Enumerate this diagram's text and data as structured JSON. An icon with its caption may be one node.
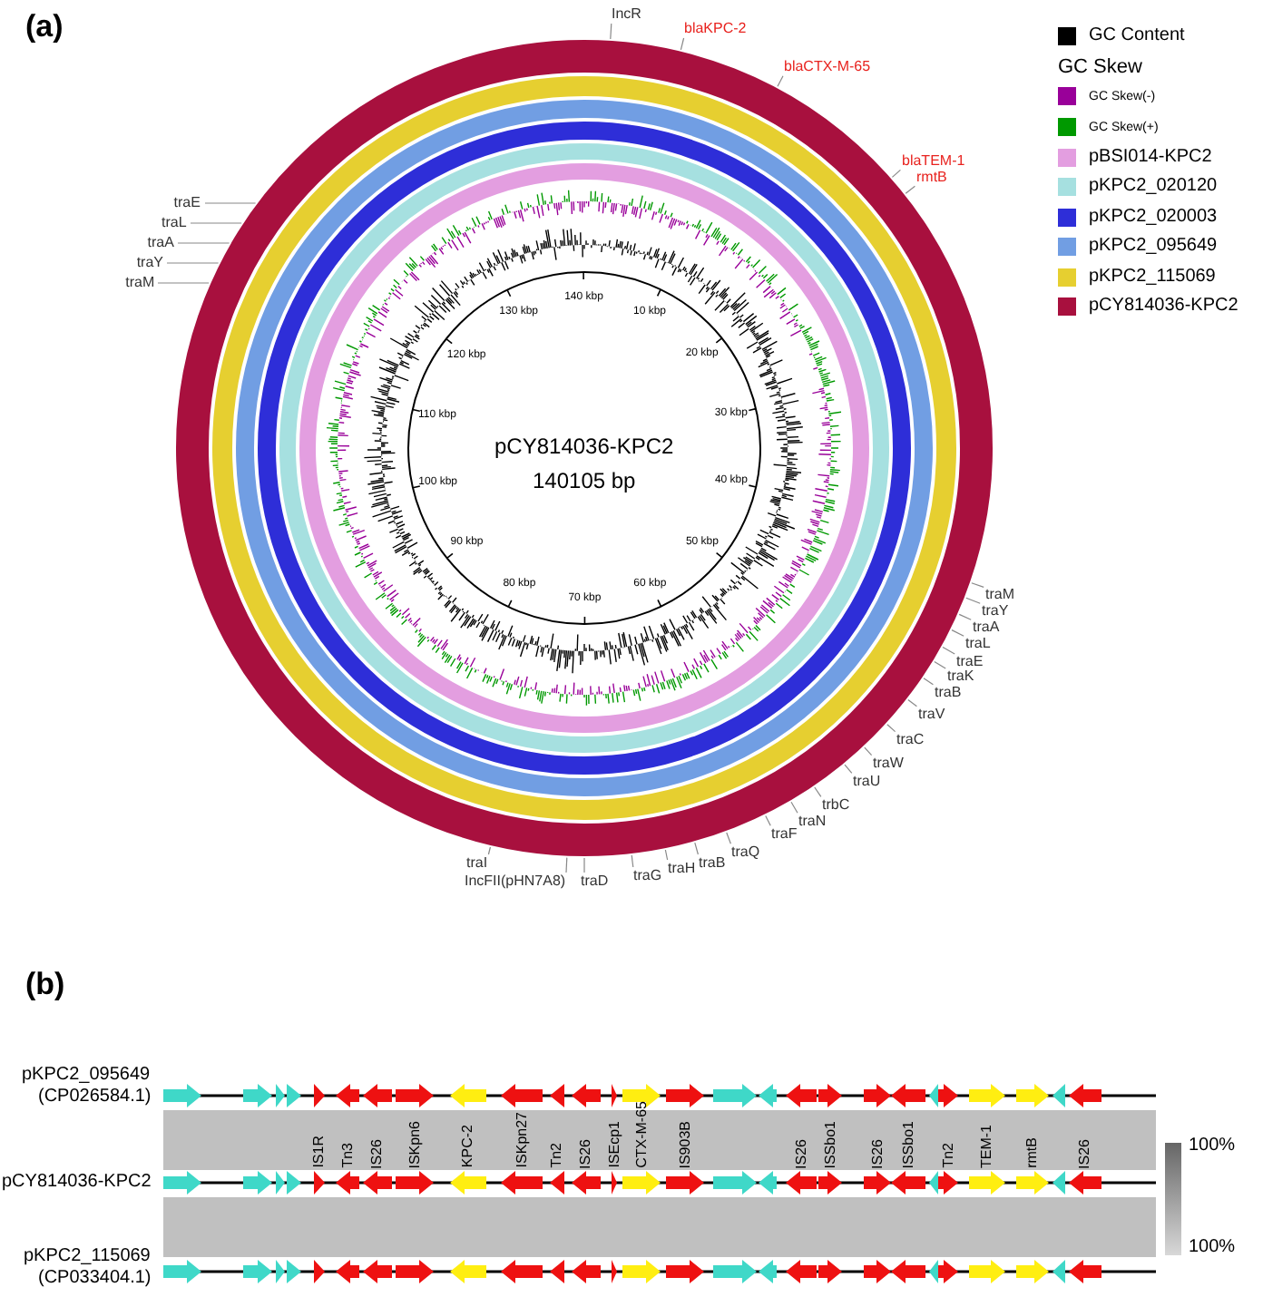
{
  "diagram": {
    "nodes": [
      {
        "text": [
          "IncR"
        ]
      },
      {
        "text": [
          "blaKPC-2"
        ]
      },
      {
        "text": [
          "blaCTX-M-65"
        ]
      },
      {
        "text": [
          "blaTEM-1"
        ]
      },
      {
        "text": [
          "rmtB"
        ]
      },
      {
        "text": [
          "traE"
        ]
      },
      {
        "text": [
          "traL"
        ]
      },
      {
        "text": [
          "traA"
        ]
      },
      {
        "text": [
          "traY"
        ]
      },
      {
        "text": [
          "traM"
        ]
      },
      {
        "text": [
          "traM"
        ]
      },
      {
        "text": [
          "traY"
        ]
      },
      {
        "text": [
          "traA"
        ]
      },
      {
        "text": [
          "traL"
        ]
      },
      {
        "text": [
          "traE"
        ]
      },
      {
        "text": [
          "traK"
        ]
      },
      {
        "text": [
          "traB"
        ]
      },
      {
        "text": [
          "traV"
        ]
      },
      {
        "text": [
          "traC"
        ]
      },
      {
        "text": [
          "traW"
        ]
      },
      {
        "text": [
          "traU"
        ]
      },
      {
        "text": [
          "trbC"
        ]
      },
      {
        "text": [
          "traN"
        ]
      },
      {
        "text": [
          "traF"
        ]
      },
      {
        "text": [
          "traQ"
        ]
      },
      {
        "text": [
          "traB"
        ]
      },
      {
        "text": [
          "traH"
        ]
      },
      {
        "text": [
          "traG"
        ]
      },
      {
        "text": [
          "traD"
        ]
      },
      {
        "text": [
          "IncFII(pHN7A8)"
        ]
      },
      {
        "text": [
          "traI"
        ]
      }
    ],
    "edges": [
      {
        "from": 0,
        "to": null,
        "arrow": "none"
      },
      {
        "from": 1,
        "to": null,
        "arrow": "none"
      },
      {
        "from": 2,
        "to": null,
        "arrow": "none"
      },
      {
        "from": 3,
        "to": null,
        "arrow": "none"
      },
      {
        "from": 4,
        "to": null,
        "arrow": "none"
      },
      {
        "from": 5,
        "to": null,
        "arrow": "none"
      },
      {
        "from": 6,
        "to": null,
        "arrow": "none"
      },
      {
        "from": 7,
        "to": null,
        "arrow": "none"
      },
      {
        "from": 8,
        "to": null,
        "arrow": "none"
      },
      {
        "from": 9,
        "to": null,
        "arrow": "none"
      },
      {
        "from": 10,
        "to": null,
        "arrow": "none"
      },
      {
        "from": 11,
        "to": null,
        "arrow": "none"
      },
      {
        "from": 12,
        "to": null,
        "arrow": "none"
      },
      {
        "from": 13,
        "to": null,
        "arrow": "none"
      },
      {
        "from": 14,
        "to": null,
        "arrow": "none"
      },
      {
        "from": 15,
        "to": null,
        "arrow": "none"
      },
      {
        "from": 16,
        "to": null,
        "arrow": "none"
      },
      {
        "from": 17,
        "to": null,
        "arrow": "none"
      },
      {
        "from": 18,
        "to": null,
        "arrow": "none"
      },
      {
        "from": 19,
        "to": null,
        "arrow": "none"
      },
      {
        "from": 20,
        "to": null,
        "arrow": "none"
      },
      {
        "from": 21,
        "to": null,
        "arrow": "none"
      },
      {
        "from": 22,
        "to": null,
        "arrow": "none"
      },
      {
        "from": 23,
        "to": null,
        "arrow": "none"
      },
      {
        "from": 24,
        "to": null,
        "arrow": "none"
      },
      {
        "from": 25,
        "to": null,
        "arrow": "none"
      },
      {
        "from": 26,
        "to": null,
        "arrow": "none"
      },
      {
        "from": 27,
        "to": null,
        "arrow": "none"
      },
      {
        "from": 28,
        "to": null,
        "arrow": "none"
      },
      {
        "from": 29,
        "to": null,
        "arrow": "none"
      },
      {
        "from": 30,
        "to": null,
        "arrow": "none"
      }
    ],
    "labels": [
      "(a)",
      "GC Skew",
      "10 kbp",
      "20 kbp",
      "30 kbp",
      "40 kbp",
      "50 kbp",
      "60 kbp",
      "70 kbp",
      "80 kbp",
      "90 kbp",
      "100 kbp",
      "110 kbp",
      "120 kbp",
      "130 kbp",
      "140 kbp",
      "pCY814036-KPC2",
      "140105 bp",
      "(b)",
      "pKPC2_095649",
      "(CP026584.1)",
      "IS1R",
      "Tn3",
      "IS26",
      "ISKpn6",
      "KPC-2",
      "ISKpn27",
      "Tn2",
      "IS26",
      "ISEcp1",
      "CTX-M-65",
      "IS903B",
      "IS26",
      "ISSbo1",
      "IS26",
      "ISSbo1",
      "Tn2",
      "TEM-1",
      "rmtB",
      "IS26",
      "pCY814036-KPC2",
      "pKPC2_115069",
      "(CP033404.1)",
      "100%",
      "100%"
    ],
    "legend": [
      {
        "text": "GC Content",
        "color": "#000000"
      },
      {
        "text": "GC Skew(-)",
        "color": "#990099"
      },
      {
        "text": "GC Skew(+)",
        "color": "#009900"
      },
      {
        "text": "pBSI014-KPC2",
        "color": "#e39ee0"
      },
      {
        "text": "pKPC2_020120",
        "color": "#a6e0e0"
      },
      {
        "text": "pKPC2_020003",
        "color": "#2e2ed8"
      },
      {
        "text": "pKPC2_095649",
        "color": "#719ee3"
      },
      {
        "text": "pKPC2_115069",
        "color": "#e6cf30"
      },
      {
        "text": "pCY814036-KPC2",
        "color": "#a8103e"
      }
    ]
  }
}
